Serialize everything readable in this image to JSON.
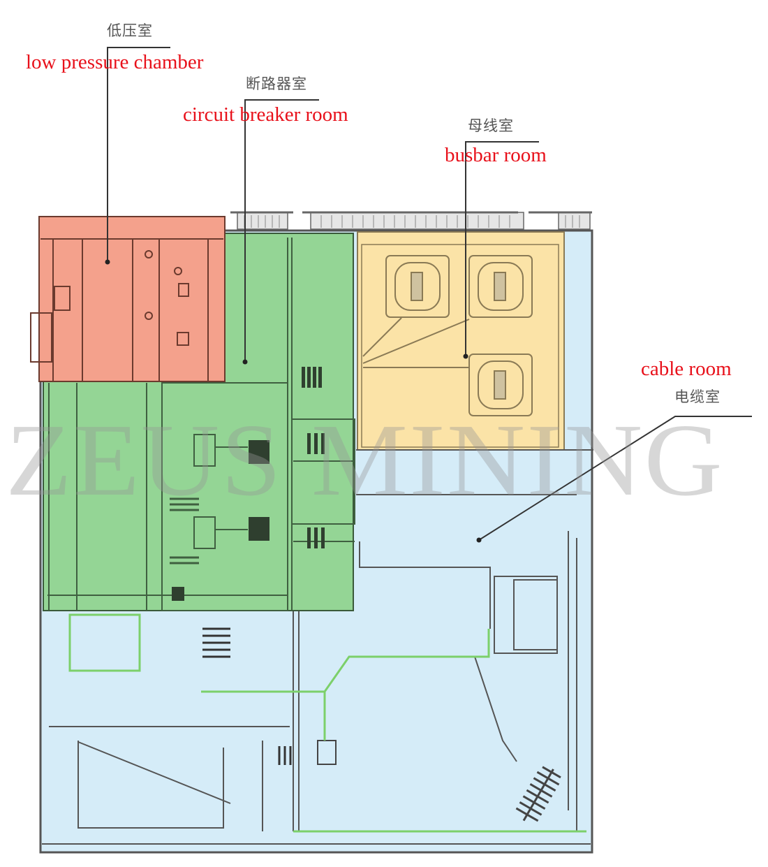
{
  "diagram": {
    "type": "switchgear cross-section",
    "compartments": [
      {
        "id": "low-voltage",
        "label_cn": "低压室",
        "label_en": "low pressure chamber",
        "color": "#f4a18c"
      },
      {
        "id": "circuit-breaker",
        "label_cn": "断路器室",
        "label_en": "circuit breaker room",
        "color": "#94d595"
      },
      {
        "id": "busbar",
        "label_cn": "母线室",
        "label_en": "busbar room",
        "color": "#fbe3a7"
      },
      {
        "id": "cable",
        "label_cn": "电缆室",
        "label_en": "cable room",
        "color": "#d5ecf8"
      }
    ],
    "watermark": "ZEUS MINING",
    "label_color": "#e8101a",
    "line_color": "#333333"
  }
}
